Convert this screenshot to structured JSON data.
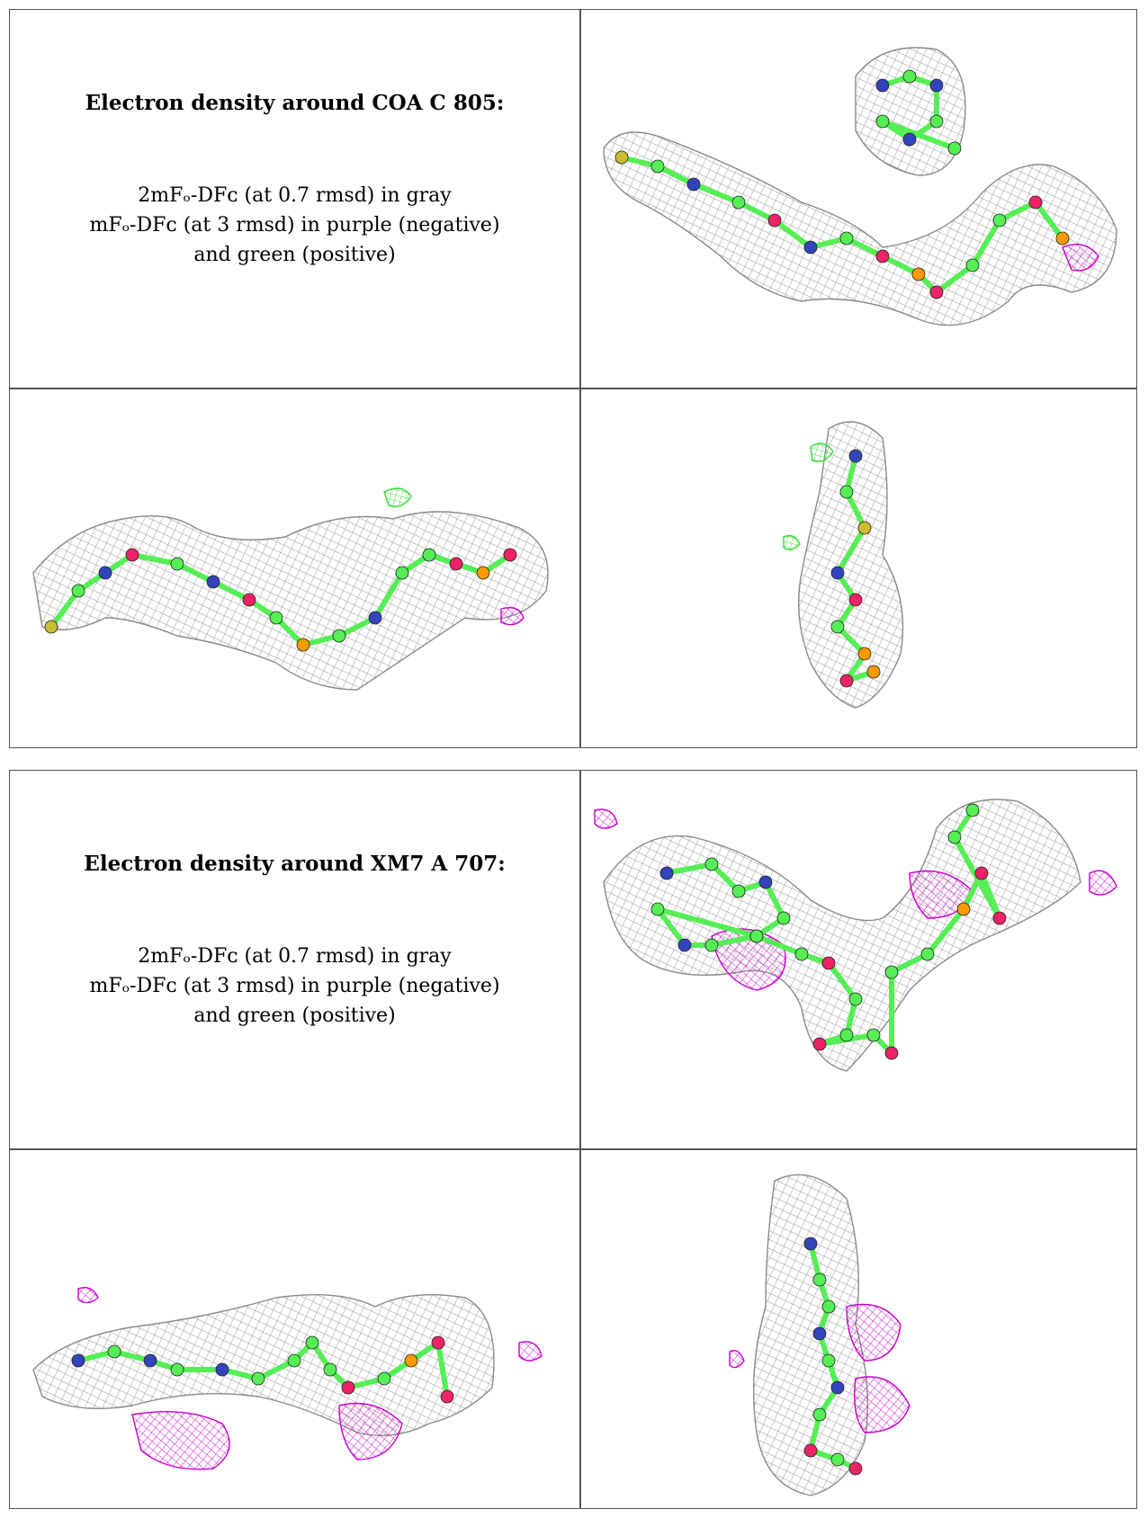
{
  "sections": [
    {
      "title": "Electron density around COA C 805:",
      "lines": [
        "2mFₒ-DFᴄ (at 0.7 rmsd) in gray",
        "mFₒ-DFᴄ (at 3 rmsd) in purple (negative)",
        "and green (positive)"
      ]
    },
    {
      "title": "Electron density around XM7 A 707:",
      "lines": [
        "2mFₒ-DFᴄ (at 0.7 rmsd) in gray",
        "mFₒ-DFᴄ (at 3 rmsd) in purple (negative)",
        "and green (positive)"
      ]
    }
  ],
  "colors": {
    "mesh_gray": "#8a8a8a",
    "negative_purple": "#cc00cc",
    "positive_green": "#33dd33",
    "carbon": "#55ee55",
    "nitrogen": "#3344bb",
    "oxygen": "#ee2266",
    "phosphorus": "#ff9900",
    "sulfur": "#ccbb33"
  }
}
